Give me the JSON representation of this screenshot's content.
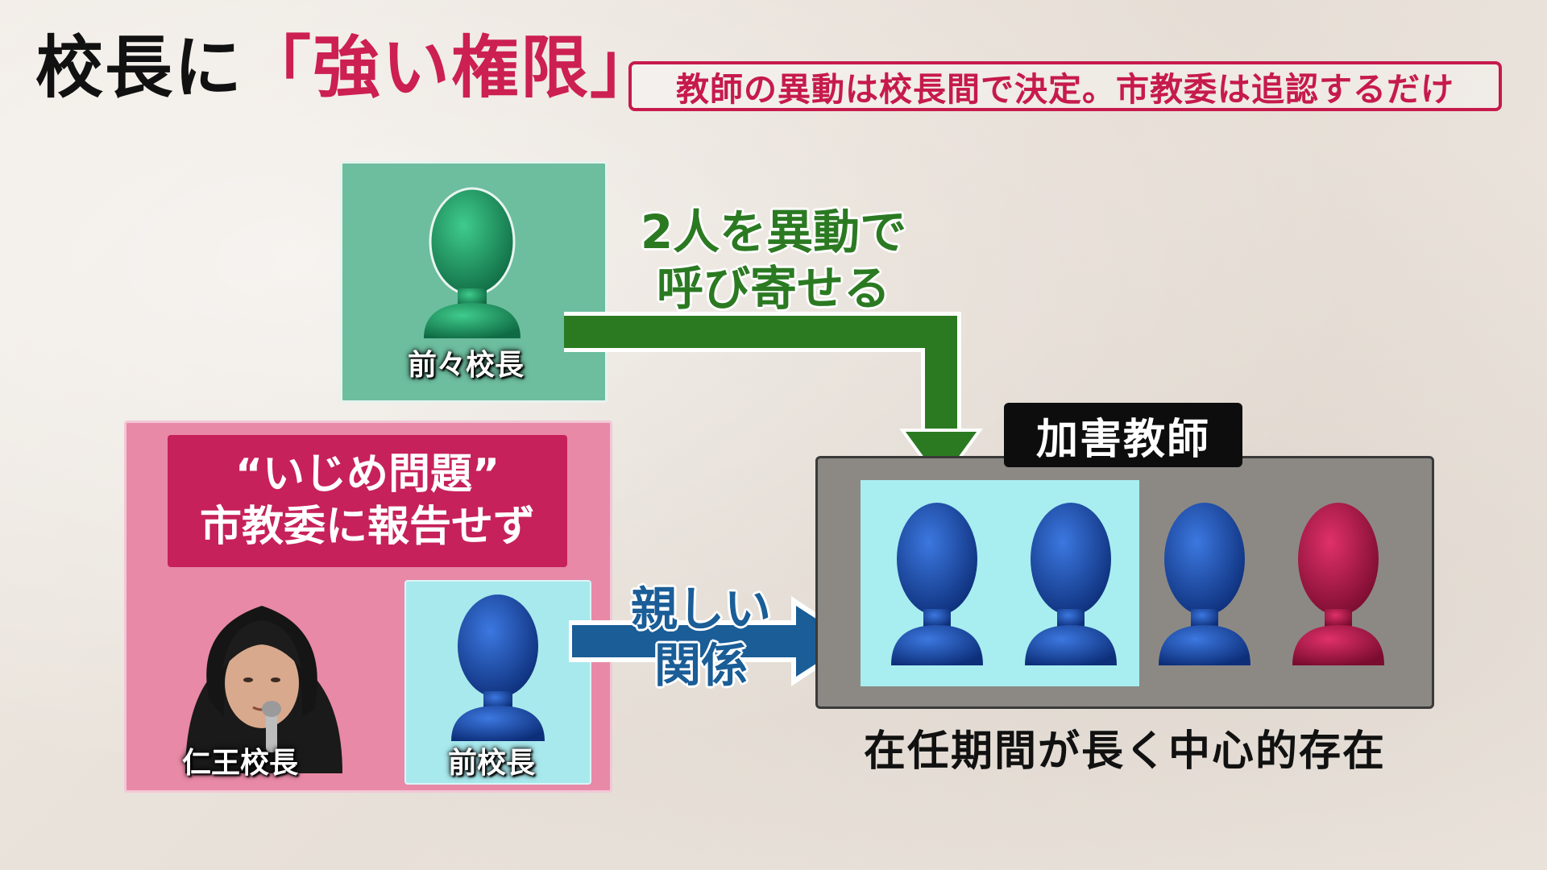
{
  "title": {
    "main": "校長に",
    "accent": "「強い権限」",
    "subtitle": "教師の異動は校長間で決定。市教委は追認するだけ"
  },
  "nodes": {
    "former_former_principal": "前々校長",
    "former_principal": "前校長",
    "current_principal": "仁王校長"
  },
  "bullying_note": {
    "line1": "“いじめ問題”",
    "line2": "市教委に報告せず"
  },
  "arrows": {
    "green_label_line1": "2人を異動で",
    "green_label_line2": "呼び寄せる",
    "blue_label_line1": "親しい",
    "blue_label_line2": "関係"
  },
  "perpetrators": {
    "tag": "加害教師",
    "caption": "在任期間が長く中心的存在",
    "figures": [
      "blue",
      "blue",
      "blue",
      "crimson"
    ]
  },
  "colors": {
    "accent_red": "#cc1f52",
    "green_arrow": "#2b7a22",
    "blue_arrow": "#1a5d97",
    "figure_blue": "#1b4fa8",
    "figure_green": "#1f8a5a",
    "figure_crimson": "#b0154a"
  }
}
